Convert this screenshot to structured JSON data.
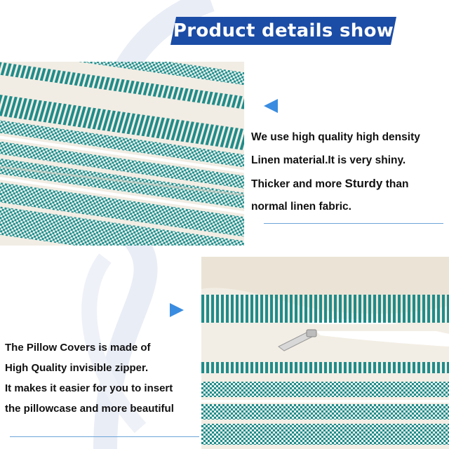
{
  "header": {
    "title": "Product details show"
  },
  "section1": {
    "lines": [
      "We use high quality high density",
      "Linen material.It is very shiny.",
      "Thicker and more",
      "Sturdy",
      "than",
      "normal linen fabric."
    ]
  },
  "section2": {
    "lines": [
      "The Pillow Covers is made of",
      "High Quality invisible zipper.",
      "It makes it easier for you to insert",
      "the pillowcase and more beautiful"
    ]
  },
  "colors": {
    "banner": "#1b4ca6",
    "accent_arrow": "#3a8ce0",
    "stripe_teal": "#1f8c8a",
    "linen": "#f4efe6",
    "rule": "#6ea5d8"
  },
  "icons": [
    "left-triangle-arrow-icon",
    "right-triangle-arrow-icon"
  ]
}
